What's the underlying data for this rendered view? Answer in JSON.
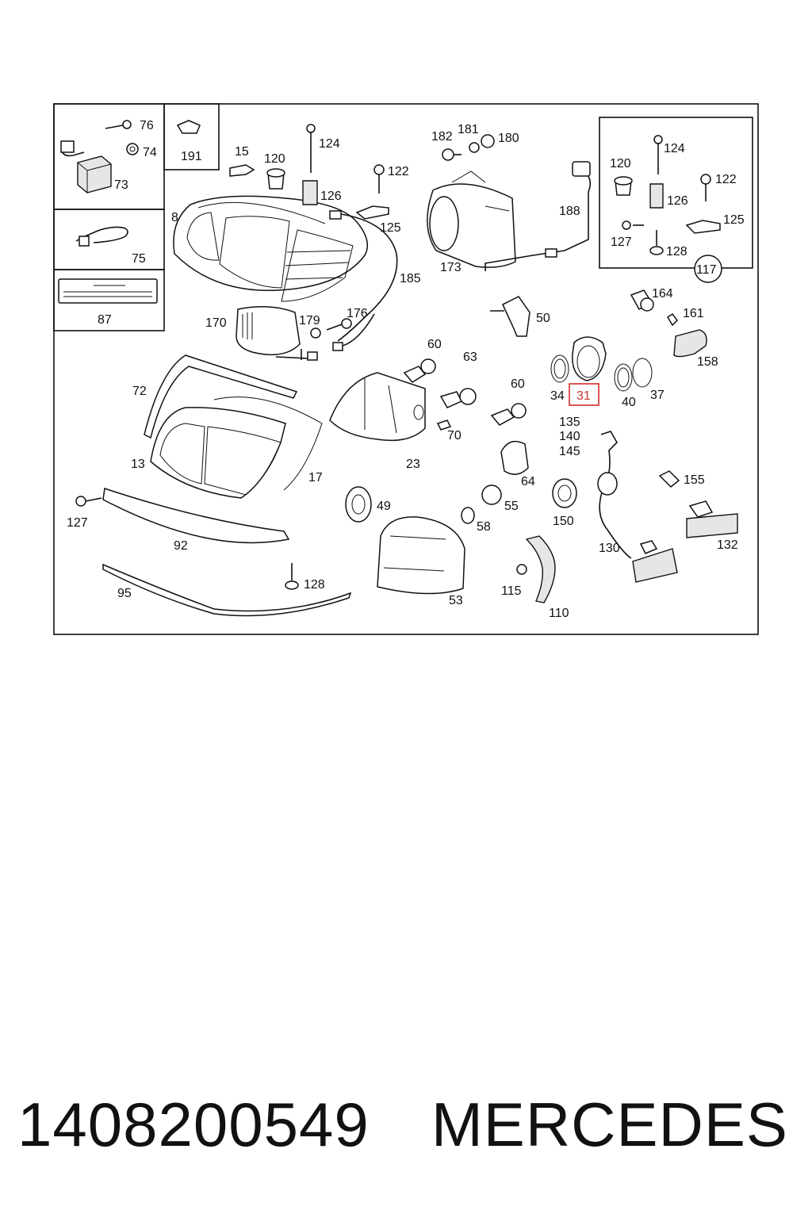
{
  "diagram": {
    "callouts": [
      "191",
      "76",
      "74",
      "73",
      "75",
      "87",
      "15",
      "120",
      "124",
      "126",
      "122",
      "125",
      "185",
      "8",
      "170",
      "179",
      "176",
      "182",
      "181",
      "180",
      "188",
      "173",
      "124",
      "120",
      "122",
      "126",
      "125",
      "127",
      "128",
      "117",
      "164",
      "161",
      "158",
      "50",
      "60",
      "63",
      "60",
      "34",
      "31",
      "40",
      "37",
      "135",
      "140",
      "145",
      "155",
      "72",
      "13",
      "17",
      "23",
      "70",
      "64",
      "55",
      "58",
      "150",
      "49",
      "130",
      "132",
      "127",
      "92",
      "128",
      "95",
      "53",
      "115",
      "110"
    ],
    "highlighted_callout": "31",
    "highlight_color": "#d42a2a"
  },
  "caption": {
    "part_number": "1408200549",
    "brand": "MERCEDES"
  }
}
